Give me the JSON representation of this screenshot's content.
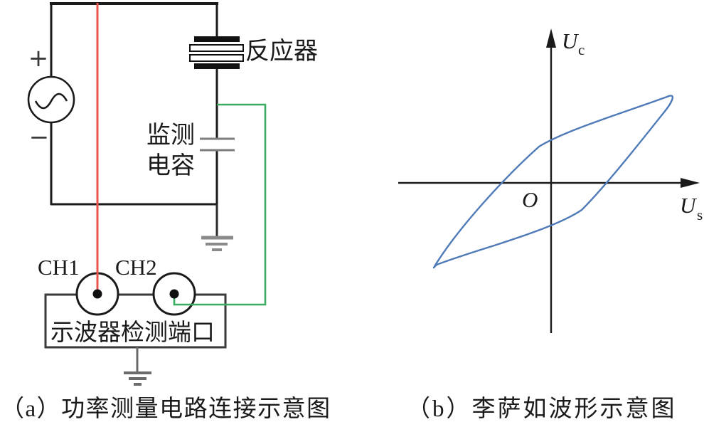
{
  "panel_a": {
    "caption": "（a）功率测量电路连接示意图",
    "source_plus": "+",
    "source_minus": "−",
    "reactor_label": "反应器",
    "monitor_cap_line1": "监测",
    "monitor_cap_line2": "电容",
    "ch1_label": "CH1",
    "ch2_label": "CH2",
    "oscilloscope_label": "示波器检测端口"
  },
  "panel_b": {
    "caption": "（b）李萨如波形示意图",
    "y_axis_symbol": "U",
    "y_axis_subscript": "c",
    "x_axis_symbol": "U",
    "x_axis_subscript": "s",
    "origin_label": "O"
  },
  "colors": {
    "ch1_wire_red": "#e8544b",
    "ch2_wire_green": "#3cab62",
    "lissajous_blue": "#4f7ab8",
    "circuit_black": "#1a1a1a",
    "gray_detail": "#7d7d7d"
  }
}
